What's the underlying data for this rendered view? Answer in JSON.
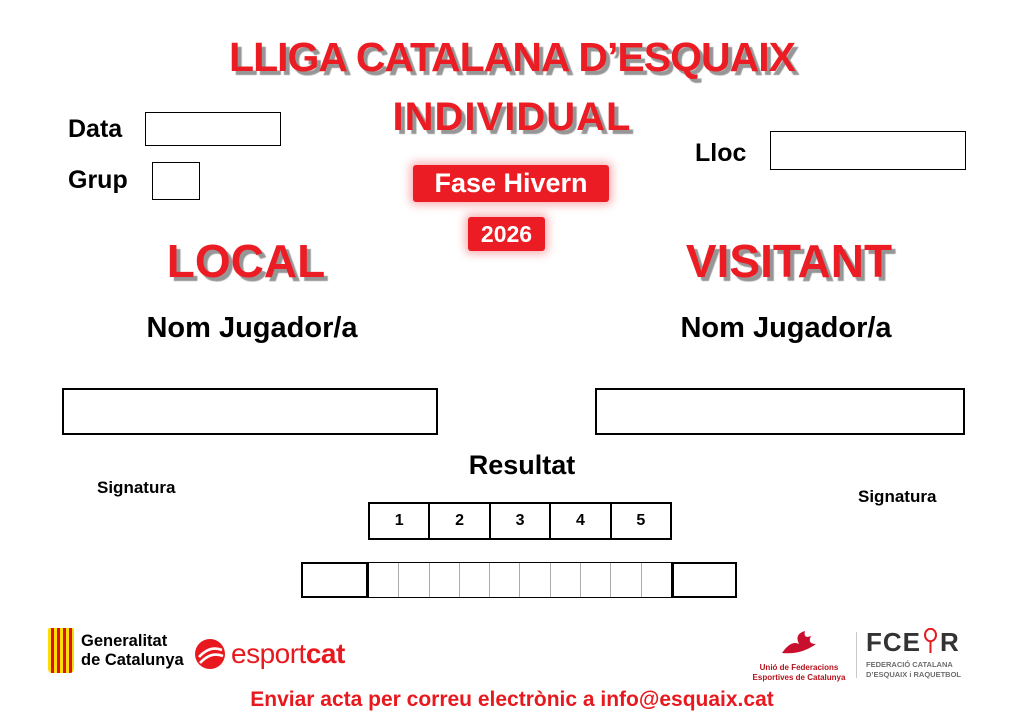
{
  "colors": {
    "red": "#ec1c24",
    "dark_red": "#b5121b",
    "black": "#000000"
  },
  "header": {
    "title": "LLIGA CATALANA D’ESQUAIX",
    "subtitle": "INDIVIDUAL",
    "phase": "Fase Hivern",
    "year": "2026"
  },
  "form_fields": {
    "data": {
      "label": "Data",
      "value": ""
    },
    "grup": {
      "label": "Grup",
      "value": ""
    },
    "lloc": {
      "label": "Lloc",
      "value": ""
    }
  },
  "teams": {
    "local": {
      "heading": "LOCAL",
      "player_label": "Nom Jugador/a",
      "player_value": "",
      "signature_label": "Signatura"
    },
    "visitant": {
      "heading": "VISITANT",
      "player_label": "Nom Jugador/a",
      "player_value": "",
      "signature_label": "Signatura"
    }
  },
  "result": {
    "heading": "Resultat",
    "game_numbers": [
      "1",
      "2",
      "3",
      "4",
      "5"
    ]
  },
  "footer": {
    "generalitat": {
      "name_line1": "Generalitat",
      "name_line2": "de Catalunya"
    },
    "esportcat": {
      "part1": "esport",
      "part2": "cat"
    },
    "unio": {
      "line1": "Unió de Federacions",
      "line2": "Esportives de Catalunya"
    },
    "fcer": {
      "letters_left": "FCE",
      "letters_right": "R",
      "line1": "FEDERACIÓ CATALANA",
      "line2": "D’ESQUAIX i RAQUETBOL"
    },
    "email_note": "Enviar acta per correu electrònic a info@esquaix.cat"
  }
}
